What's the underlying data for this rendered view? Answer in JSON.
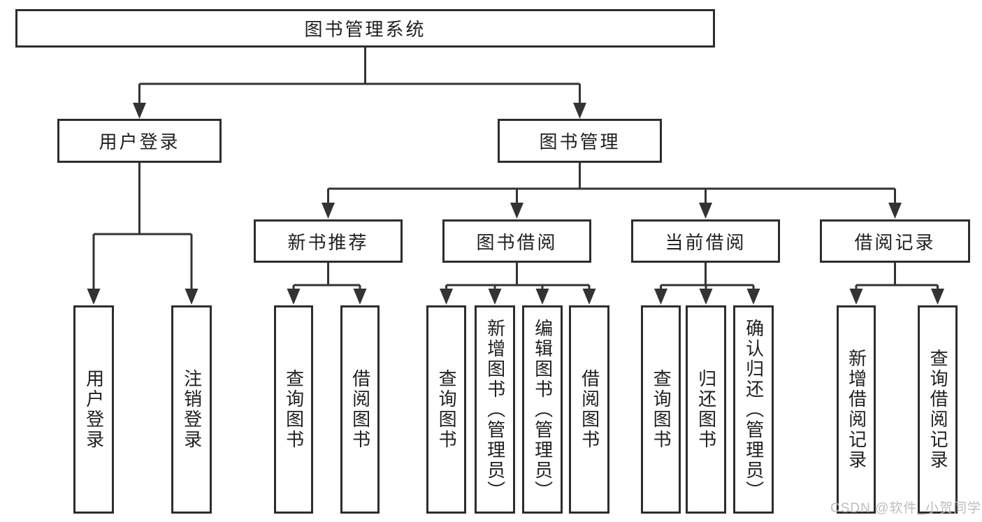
{
  "colors": {
    "line": "#333333",
    "box_border": "#2d2d2d",
    "text": "#1f1f1f",
    "watermark": "#bdbdbd"
  },
  "watermark": "CSDN @软件_小贺同学",
  "tree": {
    "label": "图书管理系统",
    "children": [
      {
        "label": "用户登录",
        "children": [
          {
            "label": "用户登录"
          },
          {
            "label": "注销登录"
          }
        ]
      },
      {
        "label": "图书管理",
        "children": [
          {
            "label": "新书推荐",
            "children": [
              {
                "label": "查询图书"
              },
              {
                "label": "借阅图书"
              }
            ]
          },
          {
            "label": "图书借阅",
            "children": [
              {
                "label": "查询图书"
              },
              {
                "label": "新增图书（管理员）"
              },
              {
                "label": "编辑图书（管理员）"
              },
              {
                "label": "借阅图书"
              }
            ]
          },
          {
            "label": "当前借阅",
            "children": [
              {
                "label": "查询图书"
              },
              {
                "label": "归还图书"
              },
              {
                "label": "确认归还（管理员）"
              }
            ]
          },
          {
            "label": "借阅记录",
            "children": [
              {
                "label": "新增借阅记录"
              },
              {
                "label": "查询借阅记录"
              }
            ]
          }
        ]
      }
    ]
  }
}
